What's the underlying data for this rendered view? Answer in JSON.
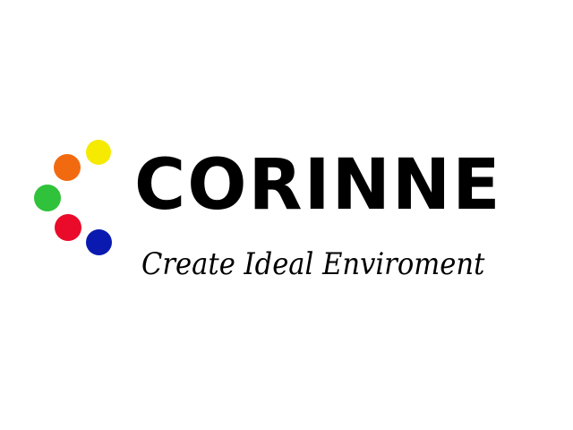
{
  "logo": {
    "brand_name": "CORINNE",
    "tagline": "Create Ideal Enviroment",
    "dots": [
      {
        "name": "yellow",
        "color": "#f5ea00"
      },
      {
        "name": "orange",
        "color": "#f26a10"
      },
      {
        "name": "green",
        "color": "#2fc23a"
      },
      {
        "name": "red",
        "color": "#ea0a2a"
      },
      {
        "name": "blue",
        "color": "#0a1ab0"
      }
    ]
  }
}
